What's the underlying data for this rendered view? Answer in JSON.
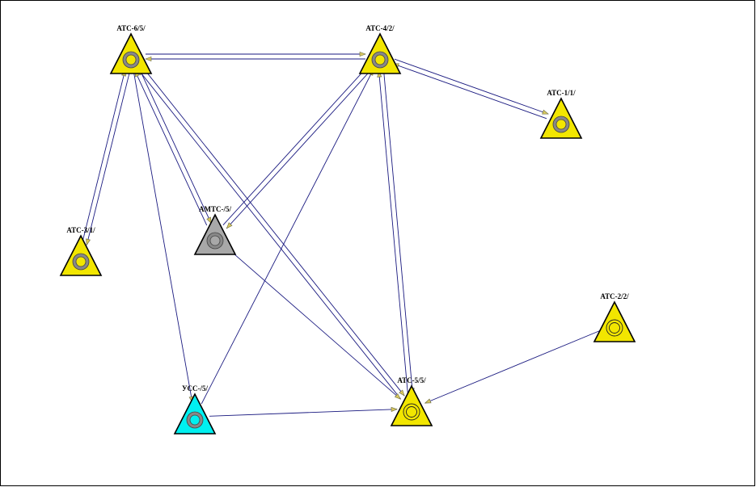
{
  "colors": {
    "link": "#1a1a80",
    "arrow": "#d8c860",
    "outline": "#000000"
  },
  "nodes": [
    {
      "id": "atc6",
      "label": "АТС-6/5/",
      "fill": "#f2e600",
      "ring": "gray"
    },
    {
      "id": "atc4",
      "label": "АТС-4/2/",
      "fill": "#f2e600",
      "ring": "gray"
    },
    {
      "id": "atc1",
      "label": "АТС-1/1/",
      "fill": "#f2e600",
      "ring": "gray"
    },
    {
      "id": "atc3",
      "label": "АТС-3/1/",
      "fill": "#f2e600",
      "ring": "gray"
    },
    {
      "id": "amtc",
      "label": "АМТС-/5/",
      "fill": "#a8a8a8",
      "ring": "gray"
    },
    {
      "id": "atc2",
      "label": "АТС-2/2/",
      "fill": "#f2e600",
      "ring": "double"
    },
    {
      "id": "atc5",
      "label": "АТС-5/5/",
      "fill": "#f2e600",
      "ring": "double"
    },
    {
      "id": "ycc",
      "label": "УСС-/5/",
      "fill": "#00f0f0",
      "ring": "gray"
    }
  ],
  "links": [
    {
      "from": "atc6",
      "to": "atc4",
      "double": true
    },
    {
      "from": "atc4",
      "to": "atc1",
      "double": true
    },
    {
      "from": "atc3",
      "to": "atc6",
      "double": true
    },
    {
      "from": "atc6",
      "to": "amtc",
      "double": true
    },
    {
      "from": "atc6",
      "to": "ycc",
      "double": false
    },
    {
      "from": "atc6",
      "to": "atc5",
      "double": true
    },
    {
      "from": "amtc",
      "to": "atc4",
      "double": true
    },
    {
      "from": "ycc",
      "to": "atc4",
      "double": false
    },
    {
      "from": "atc4",
      "to": "atc5",
      "double": true
    },
    {
      "from": "amtc",
      "to": "atc5",
      "double": false
    },
    {
      "from": "ycc",
      "to": "atc5",
      "double": false
    },
    {
      "from": "atc2",
      "to": "atc5",
      "double": false
    }
  ]
}
